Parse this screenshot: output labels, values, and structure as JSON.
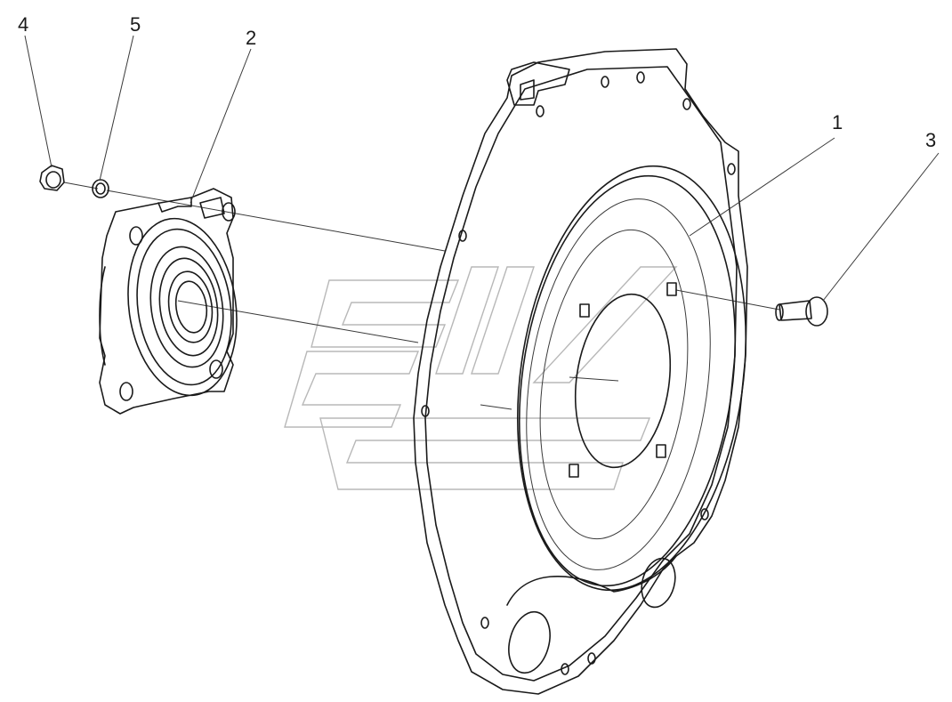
{
  "callouts": [
    {
      "id": "1",
      "label": "1"
    },
    {
      "id": "2",
      "label": "2"
    },
    {
      "id": "3",
      "label": "3"
    },
    {
      "id": "4",
      "label": "4"
    },
    {
      "id": "5",
      "label": "5"
    }
  ],
  "colors": {
    "line": "#1a1a1a",
    "watermark": "#b8b8b8",
    "background": "#ffffff"
  }
}
